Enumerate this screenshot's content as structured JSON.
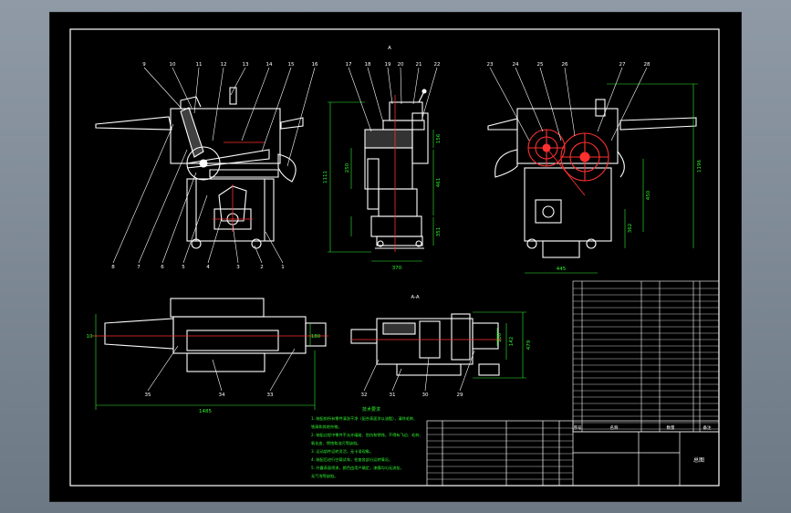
{
  "colors": {
    "background": "#000000",
    "frame": "#ffffff",
    "outline": "#ffffff",
    "leader": "#ffffff",
    "centerline": "#ff3030",
    "dimension": "#2ef22e",
    "note_text": "#2ef22e",
    "gear": "#ff3030",
    "label_text": "#ffffff",
    "viewport": "#8f9aa6"
  },
  "views": {
    "front": {
      "balloons": [
        "9",
        "10",
        "11",
        "12",
        "13",
        "14",
        "15",
        "16"
      ],
      "bottom_balloons": [
        "8",
        "7",
        "6",
        "5",
        "4",
        "3",
        "2",
        "1"
      ]
    },
    "side": {
      "view_label": "A",
      "balloons": [
        "17",
        "18",
        "19",
        "20",
        "21",
        "22"
      ],
      "dims": [
        "1111",
        "250",
        "156",
        "461",
        "351",
        "370"
      ]
    },
    "rear": {
      "balloons": [
        "23",
        "24",
        "25",
        "26",
        "27",
        "28"
      ],
      "dims": [
        "1196",
        "450",
        "362",
        "445"
      ]
    },
    "top": {
      "dims": [
        "1485",
        "180",
        "10"
      ],
      "balloons": [
        "35",
        "34",
        "33"
      ]
    },
    "section": {
      "view_label": "A-A",
      "dims": [
        "100",
        "142",
        "479"
      ],
      "balloons": [
        "32",
        "31",
        "30",
        "29"
      ]
    }
  },
  "notes": {
    "title": "技术要求",
    "lines": [
      "1. 装配前所有零件清洗干净（配合表面涂以油脂），清除毛刺、",
      "   铁屑和其他杂物。",
      "2. 装配过程中零件不允许磕碰、划伤和锈蚀，不得有飞边、毛刺、",
      "   氧化皮、锈蚀和油污等缺陷。",
      "3. 运动部件运转灵活，无卡滞现象。",
      "4. 装配后进行空载试车，检查各部分运转情况。",
      "5. 外露表面喷漆，颜色由用户确定，漆膜均匀无流挂，",
      "   无气泡等缺陷。"
    ]
  },
  "title_block": {
    "header": [
      "序号",
      "名称",
      "数量",
      "备注"
    ],
    "drawing_title": "总图"
  }
}
